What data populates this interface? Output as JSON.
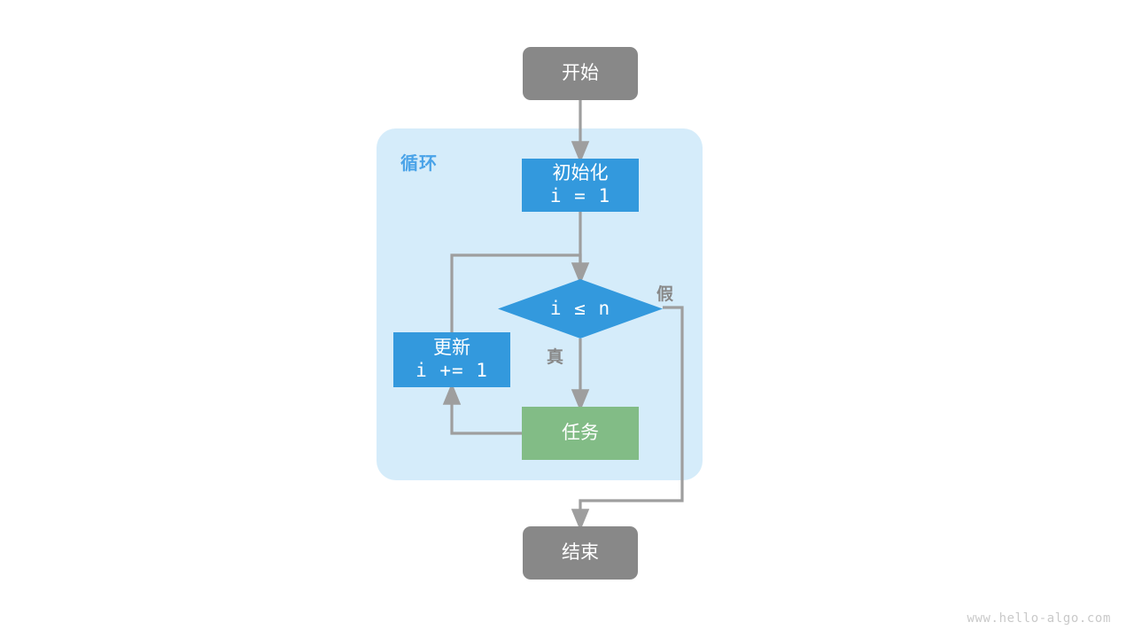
{
  "diagram": {
    "title": "for-loop-flowchart",
    "colors": {
      "terminal": "#888888",
      "process": "#3399dd",
      "task": "#82bc86",
      "container": "#d5ecfa",
      "container_label": "#4aa3e8",
      "edge": "#9e9e9e",
      "node_text": "#ffffff",
      "edge_label": "#888888",
      "watermark": "#c9c9c9",
      "background": "#ffffff"
    },
    "container": {
      "label": "循环"
    },
    "nodes": {
      "start": {
        "label": "开始",
        "shape": "terminal"
      },
      "init": {
        "label_line1": "初始化",
        "label_line2": "i = 1",
        "shape": "process"
      },
      "decision": {
        "label": "i ≤ n",
        "shape": "diamond"
      },
      "update": {
        "label_line1": "更新",
        "label_line2": "i += 1",
        "shape": "process"
      },
      "task": {
        "label": "任务",
        "shape": "process"
      },
      "end": {
        "label": "结束",
        "shape": "terminal"
      }
    },
    "edge_labels": {
      "true": "真",
      "false": "假"
    }
  },
  "watermark": {
    "text": "www.hello-algo.com"
  }
}
